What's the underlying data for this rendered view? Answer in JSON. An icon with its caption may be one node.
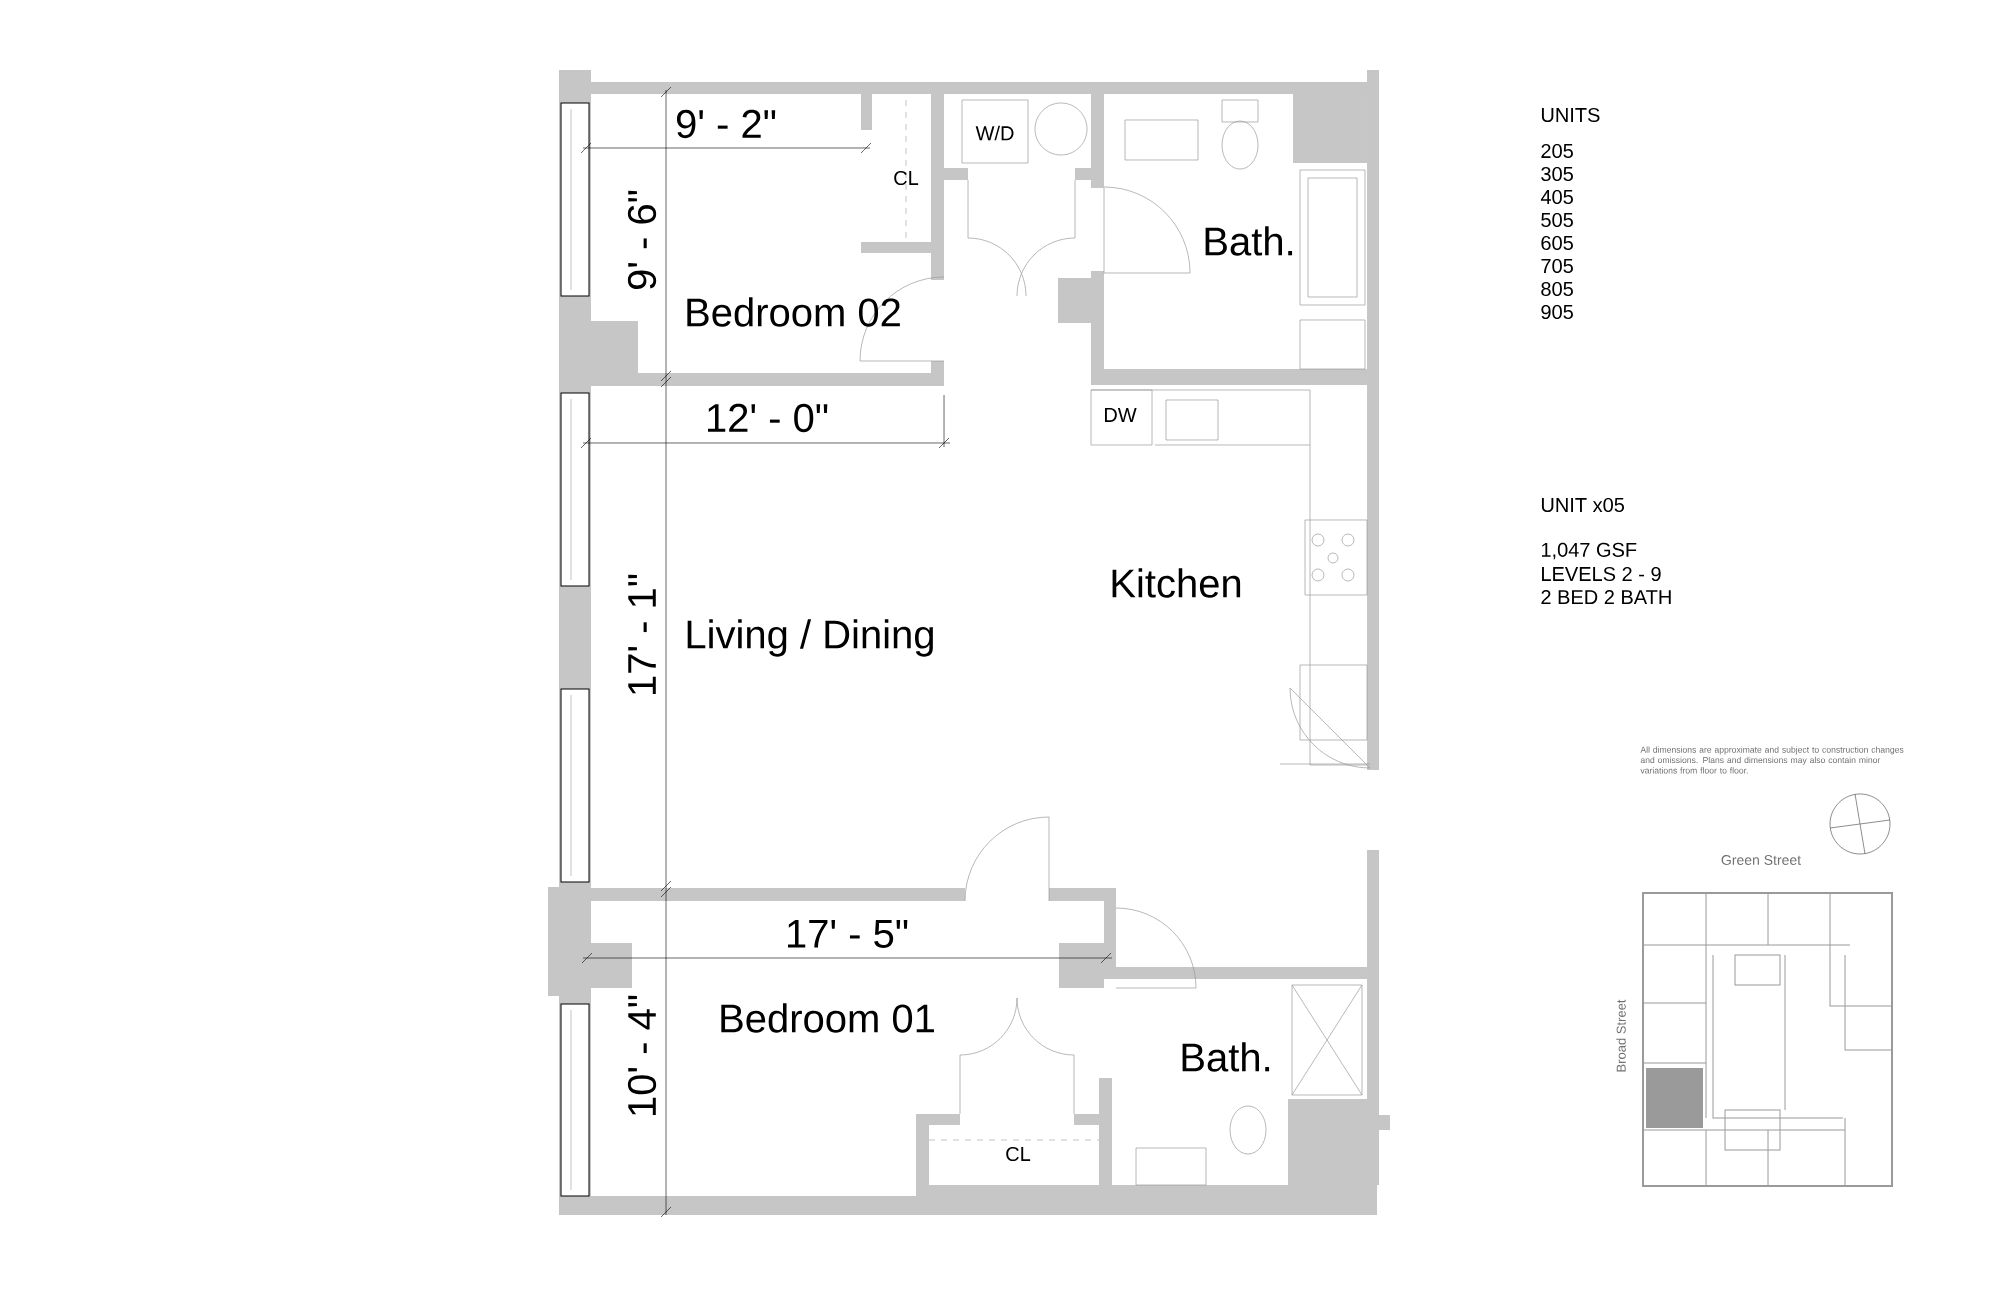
{
  "diagram": {
    "labels": [
      "9' - 2\"",
      "CL",
      "W/D",
      "Bath.",
      "9' - 6\"",
      "Bedroom 02",
      "12' - 0\"",
      "DW",
      "Kitchen",
      "17' - 1\"",
      "Living / Dining",
      "17' - 5\"",
      "Bedroom 01",
      "10' - 4\"",
      "Bath.",
      "CL",
      "UNITS",
      "205",
      "305",
      "405",
      "505",
      "605",
      "705",
      "805",
      "905",
      "UNIT x05",
      "1,047 GSF",
      "LEVELS 2 - 9",
      "2 BED 2 BATH",
      "All dimensions are approximate and subject to construction changes and omissions. Plans and dimensions may also contain minor variations from floor to floor.",
      "Green Street",
      "Broad Street"
    ]
  }
}
